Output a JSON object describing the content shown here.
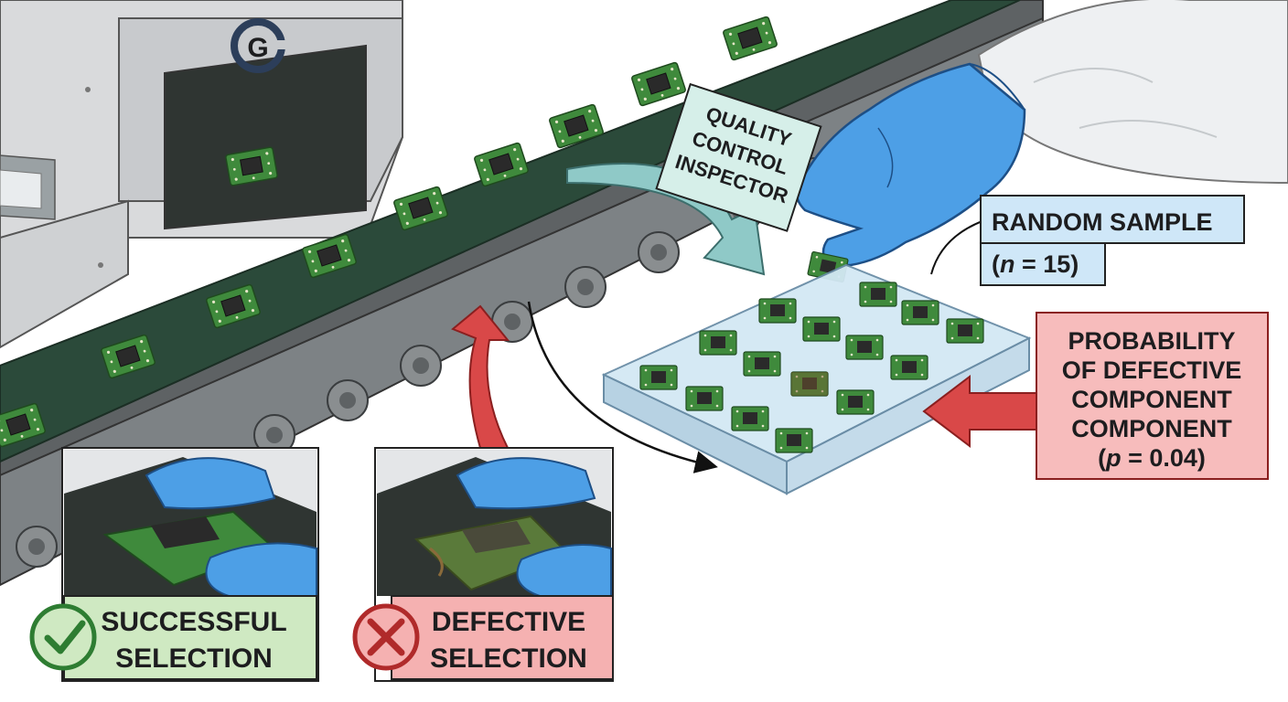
{
  "machine": {
    "logo_text": "G"
  },
  "inspector_label": {
    "lines": [
      "QUALITY",
      "CONTROL",
      "INSPECTOR"
    ]
  },
  "random_sample": {
    "title": "RANDOM SAMPLE",
    "param_open": "(",
    "param_var": "n",
    "param_rest": " = 15)"
  },
  "probability": {
    "lines": [
      "PROBABILITY",
      "OF DEFECTIVE",
      "COMPONENT",
      "COMPONENT"
    ],
    "param_open": "(",
    "param_var": "p",
    "param_rest": " = 0.04)"
  },
  "success_panel": {
    "lines": [
      "SUCCESSFUL",
      "SELECTION"
    ],
    "icon": "check-circle-icon",
    "color": "#cfe9c2"
  },
  "defect_panel": {
    "lines": [
      "DEFECTIVE",
      "SELECTION"
    ],
    "icon": "x-circle-icon",
    "color": "#f5b1b1"
  },
  "colors": {
    "belt": "#2b4a3a",
    "pcb": "#3f8a3c",
    "glove": "#4d9fe6",
    "label_blue": "#cfe7f8",
    "label_red": "#f7bcbc",
    "label_teal": "#d6efe9",
    "arrow_red": "#d94848",
    "arrow_teal": "#8fc9c7"
  },
  "tray": {
    "rows": 4,
    "cols": 4,
    "sample_count": 15,
    "defective_count": 1
  }
}
